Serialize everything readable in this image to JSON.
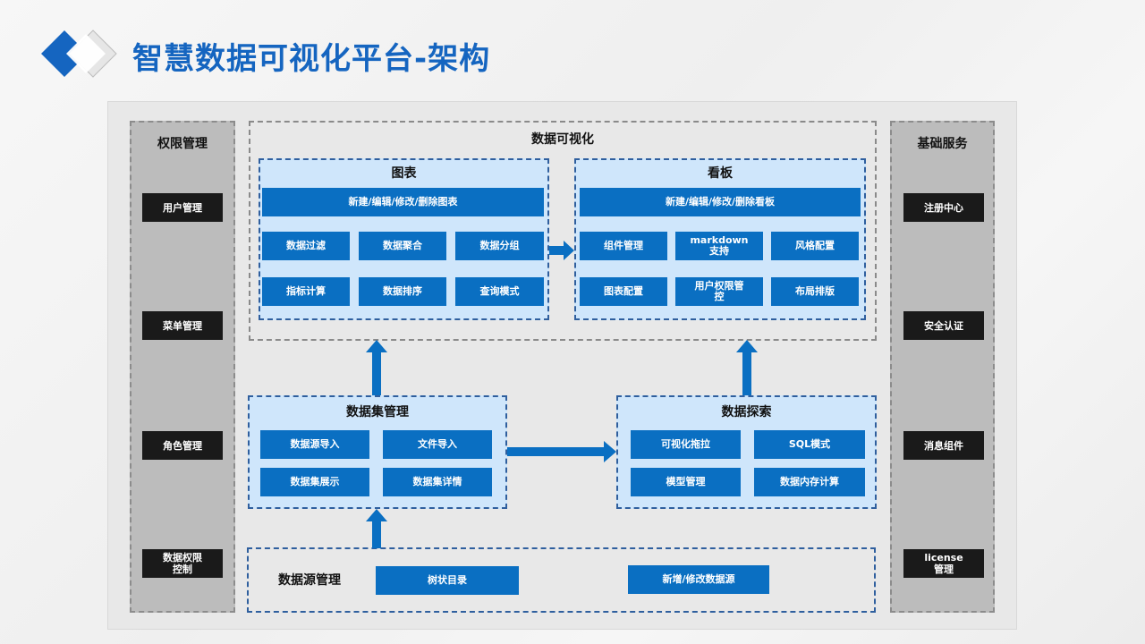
{
  "title": "智慧数据可视化平台-架构",
  "colors": {
    "accent": "#1565c0",
    "box_blue": "#0a6fc2",
    "light_blue": "#cfe6fb",
    "dark": "#1a1a1a"
  },
  "left": {
    "title": "权限管理",
    "items": [
      "用户管理",
      "菜单管理",
      "角色管理",
      "数据权限\n控制"
    ]
  },
  "right": {
    "title": "基础服务",
    "items": [
      "注册中心",
      "安全认证",
      "消息组件",
      "license\n管理"
    ]
  },
  "viz": {
    "title": "数据可视化",
    "chart": {
      "title": "图表",
      "wide": "新建/编辑/修改/删除图表",
      "items": [
        "数据过滤",
        "数据聚合",
        "数据分组",
        "指标计算",
        "数据排序",
        "查询模式"
      ]
    },
    "board": {
      "title": "看板",
      "wide": "新建/编辑/修改/删除看板",
      "items": [
        "组件管理",
        "markdown\n支持",
        "风格配置",
        "图表配置",
        "用户权限管\n控",
        "布局排版"
      ]
    }
  },
  "dataset": {
    "title": "数据集管理",
    "items": [
      "数据源导入",
      "文件导入",
      "数据集展示",
      "数据集详情"
    ]
  },
  "explore": {
    "title": "数据探索",
    "items": [
      "可视化拖拉",
      "SQL模式",
      "模型管理",
      "数据内存计算"
    ]
  },
  "source": {
    "title": "数据源管理",
    "items": [
      "树状目录",
      "新增/修改数据源"
    ]
  }
}
